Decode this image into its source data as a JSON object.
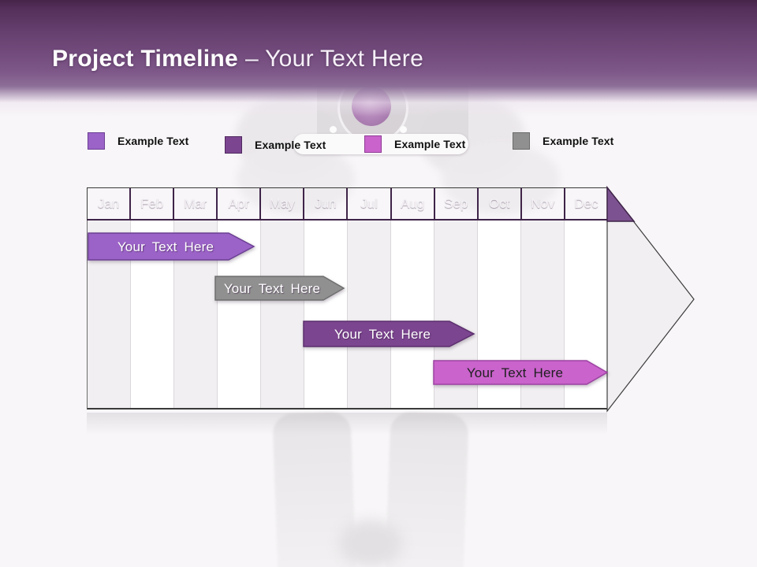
{
  "slide": {
    "title_bold": "Project Timeline",
    "title_rest": "– Your Text Here"
  },
  "legend": {
    "items": [
      {
        "label": "Example Text",
        "color": "#9B63C7",
        "border": "#6C4094"
      },
      {
        "label": "Example Text",
        "color": "#7C4590",
        "border": "#4F2960"
      },
      {
        "label": "Example Text",
        "color": "#CA63CC",
        "border": "#8E3C96"
      },
      {
        "label": "Example Text",
        "color": "#909090",
        "border": "#6B6B6B"
      }
    ]
  },
  "timeline": {
    "header_color": "#7C5290",
    "months": [
      "Jan",
      "Feb",
      "Mar",
      "Apr",
      "May",
      "Jun",
      "Jul",
      "Aug",
      "Sep",
      "Oct",
      "Nov",
      "Dec"
    ],
    "bars": [
      {
        "label": "Your Text Here",
        "color": "#9B63C7",
        "border": "#6C4094",
        "text_color": "#FFFFFF",
        "start_month": "Jan",
        "end_month": "Mar"
      },
      {
        "label": "Your Text Here",
        "color": "#909090",
        "border": "#6F6F6F",
        "text_color": "#FFFFFF",
        "start_month": "Apr",
        "end_month": "Jun"
      },
      {
        "label": "Your Text Here",
        "color": "#7C4590",
        "border": "#5B2F6D",
        "text_color": "#FFFFFF",
        "start_month": "Jun",
        "end_month": "Sep"
      },
      {
        "label": "Your Text Here",
        "color": "#CA63CC",
        "border": "#9C42A2",
        "text_color": "#1F1F1F",
        "start_month": "Sep",
        "end_month": "Dec"
      }
    ]
  }
}
